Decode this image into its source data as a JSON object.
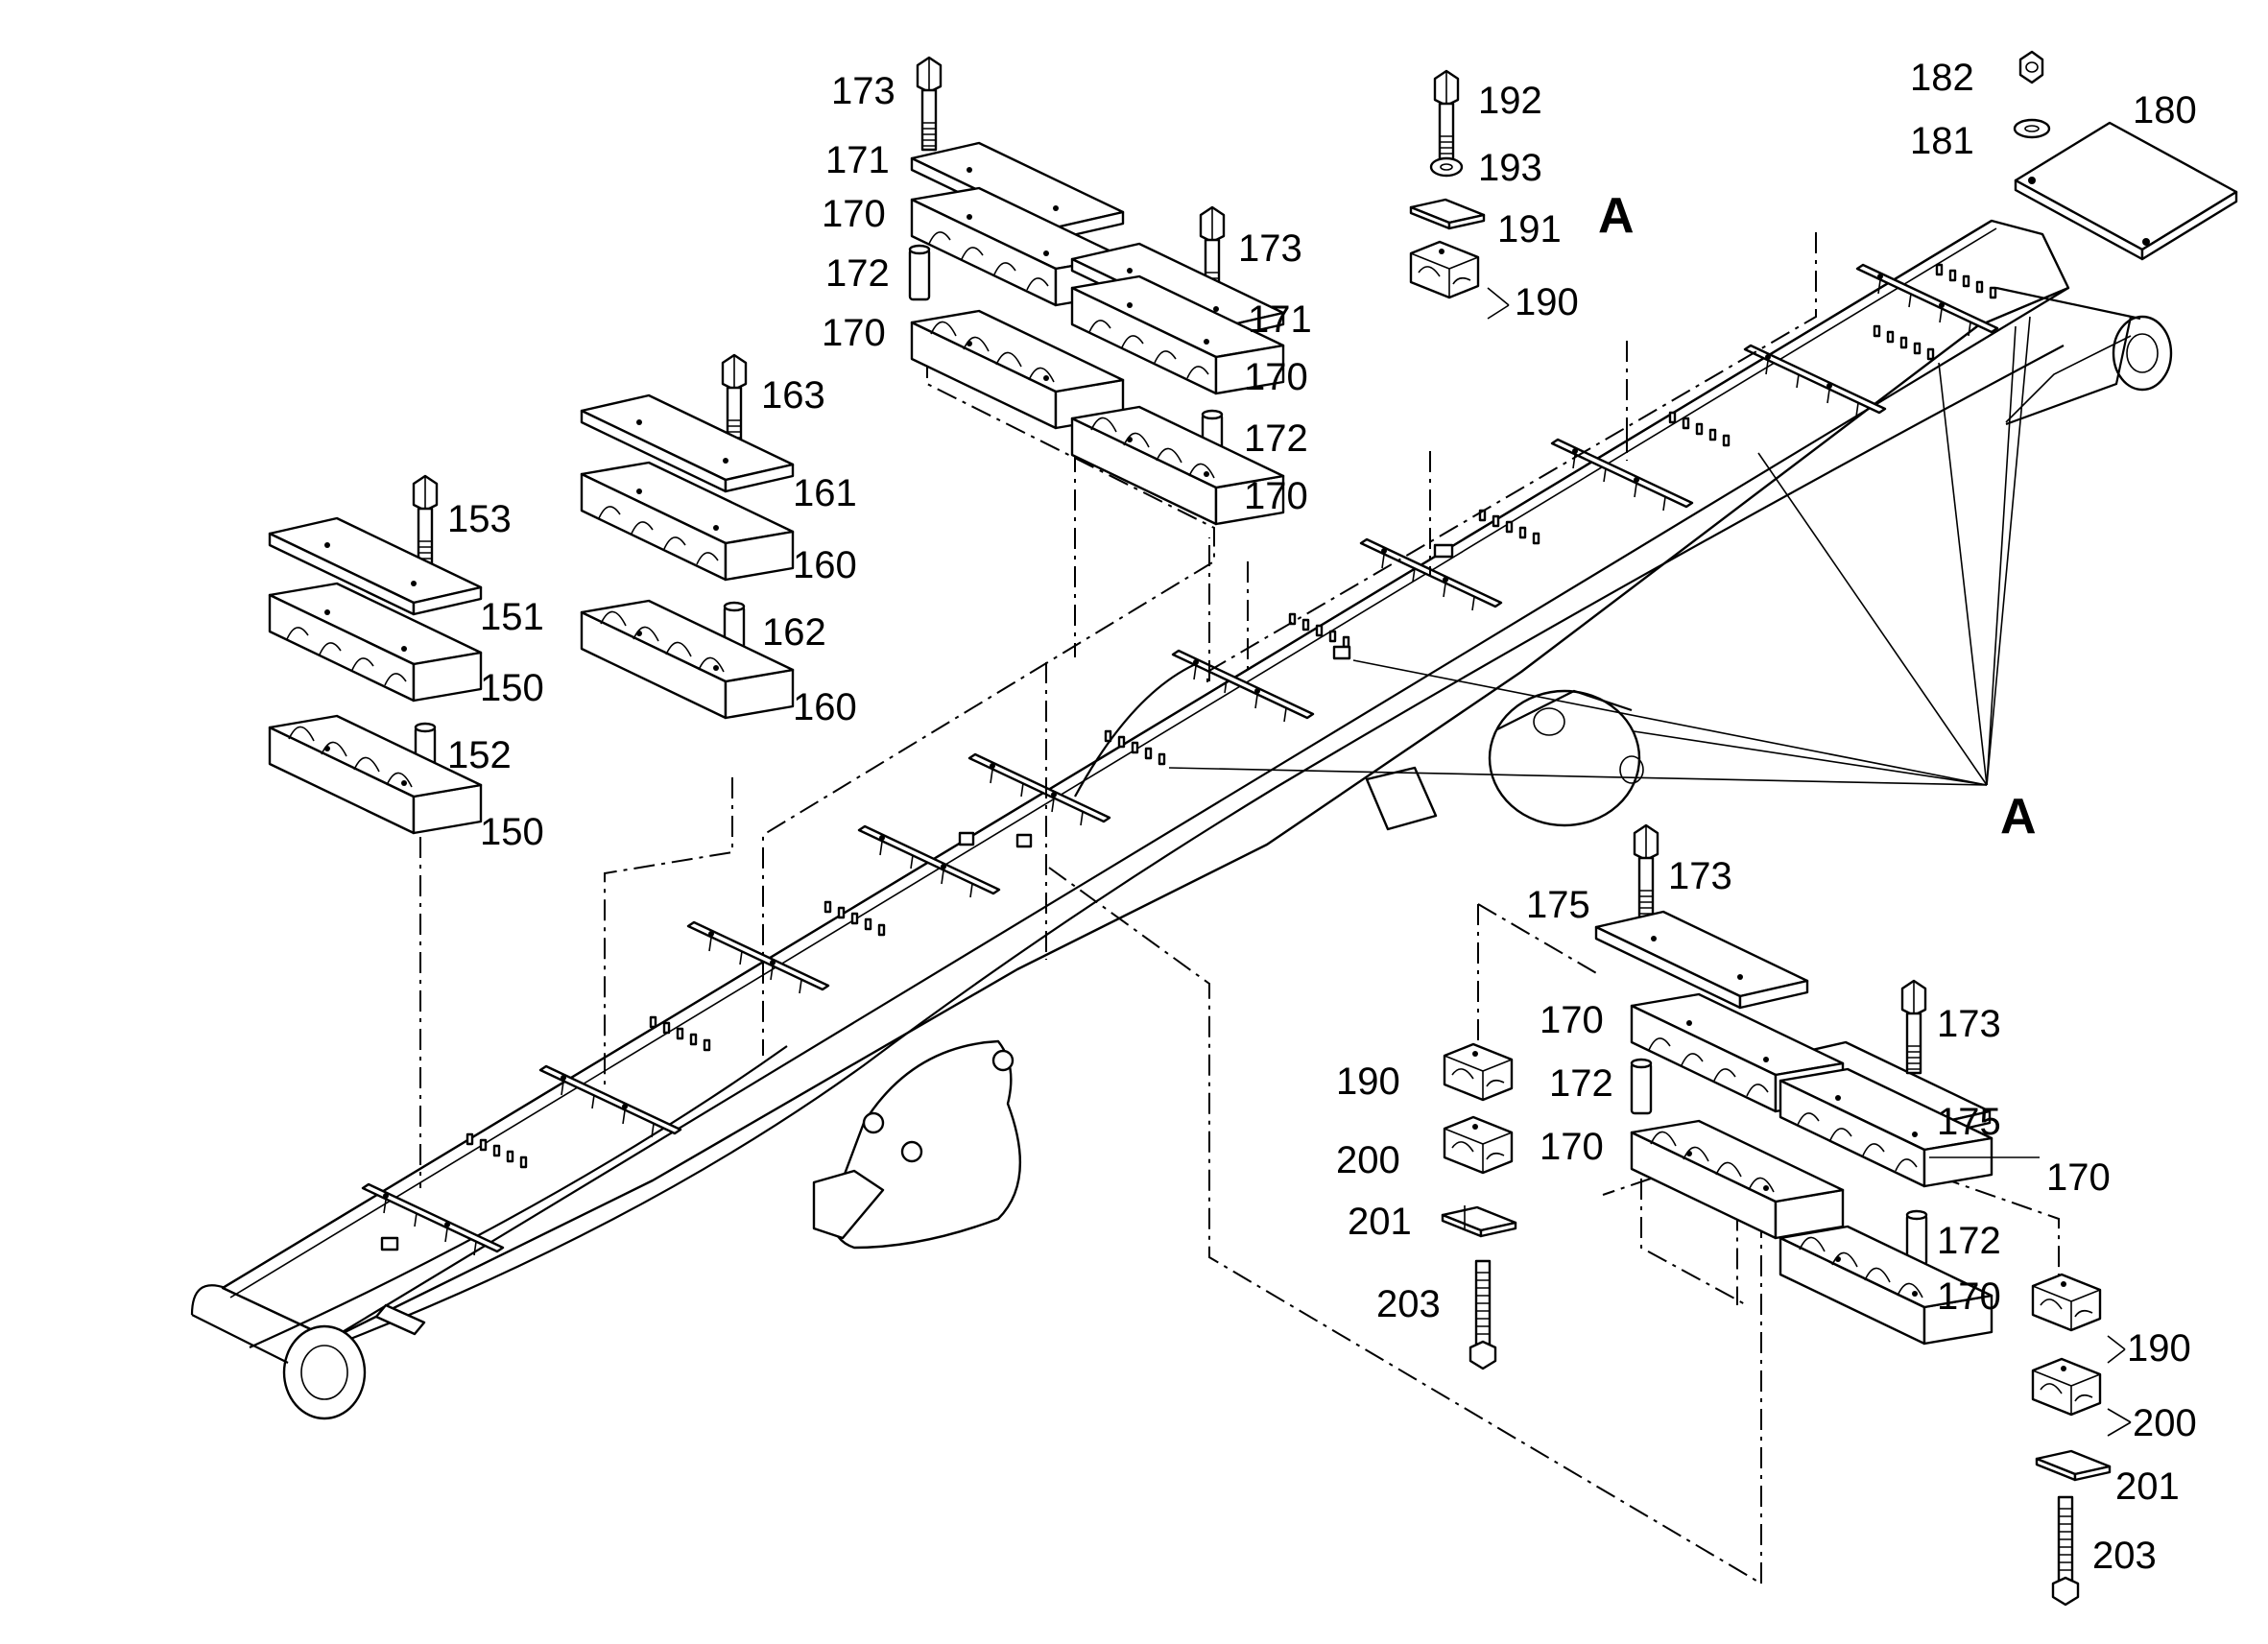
{
  "callouts": {
    "c150a": "150",
    "c150b": "150",
    "c151": "151",
    "c152": "152",
    "c153": "153",
    "c160a": "160",
    "c160b": "160",
    "c161": "161",
    "c162": "162",
    "c163": "163",
    "c170a": "170",
    "c170b": "170",
    "c170c": "170",
    "c170d": "170",
    "c170e": "170",
    "c170f": "170",
    "c170g": "170",
    "c171a": "171",
    "c171b": "171",
    "c172a": "172",
    "c172b": "172",
    "c172c": "172",
    "c172d": "172",
    "c173a": "173",
    "c173b": "173",
    "c173c": "173",
    "c173d": "173",
    "c175a": "175",
    "c175b": "175",
    "c180": "180",
    "c181": "181",
    "c182": "182",
    "c190a": "190",
    "c190b": "190",
    "c190c": "190",
    "c191": "191",
    "c192": "192",
    "c193": "193",
    "c200a": "200",
    "c200b": "200",
    "c201a": "201",
    "c201b": "201",
    "c203a": "203",
    "c203b": "203"
  },
  "detail_marker": "A",
  "detail_marker_ref": "A"
}
